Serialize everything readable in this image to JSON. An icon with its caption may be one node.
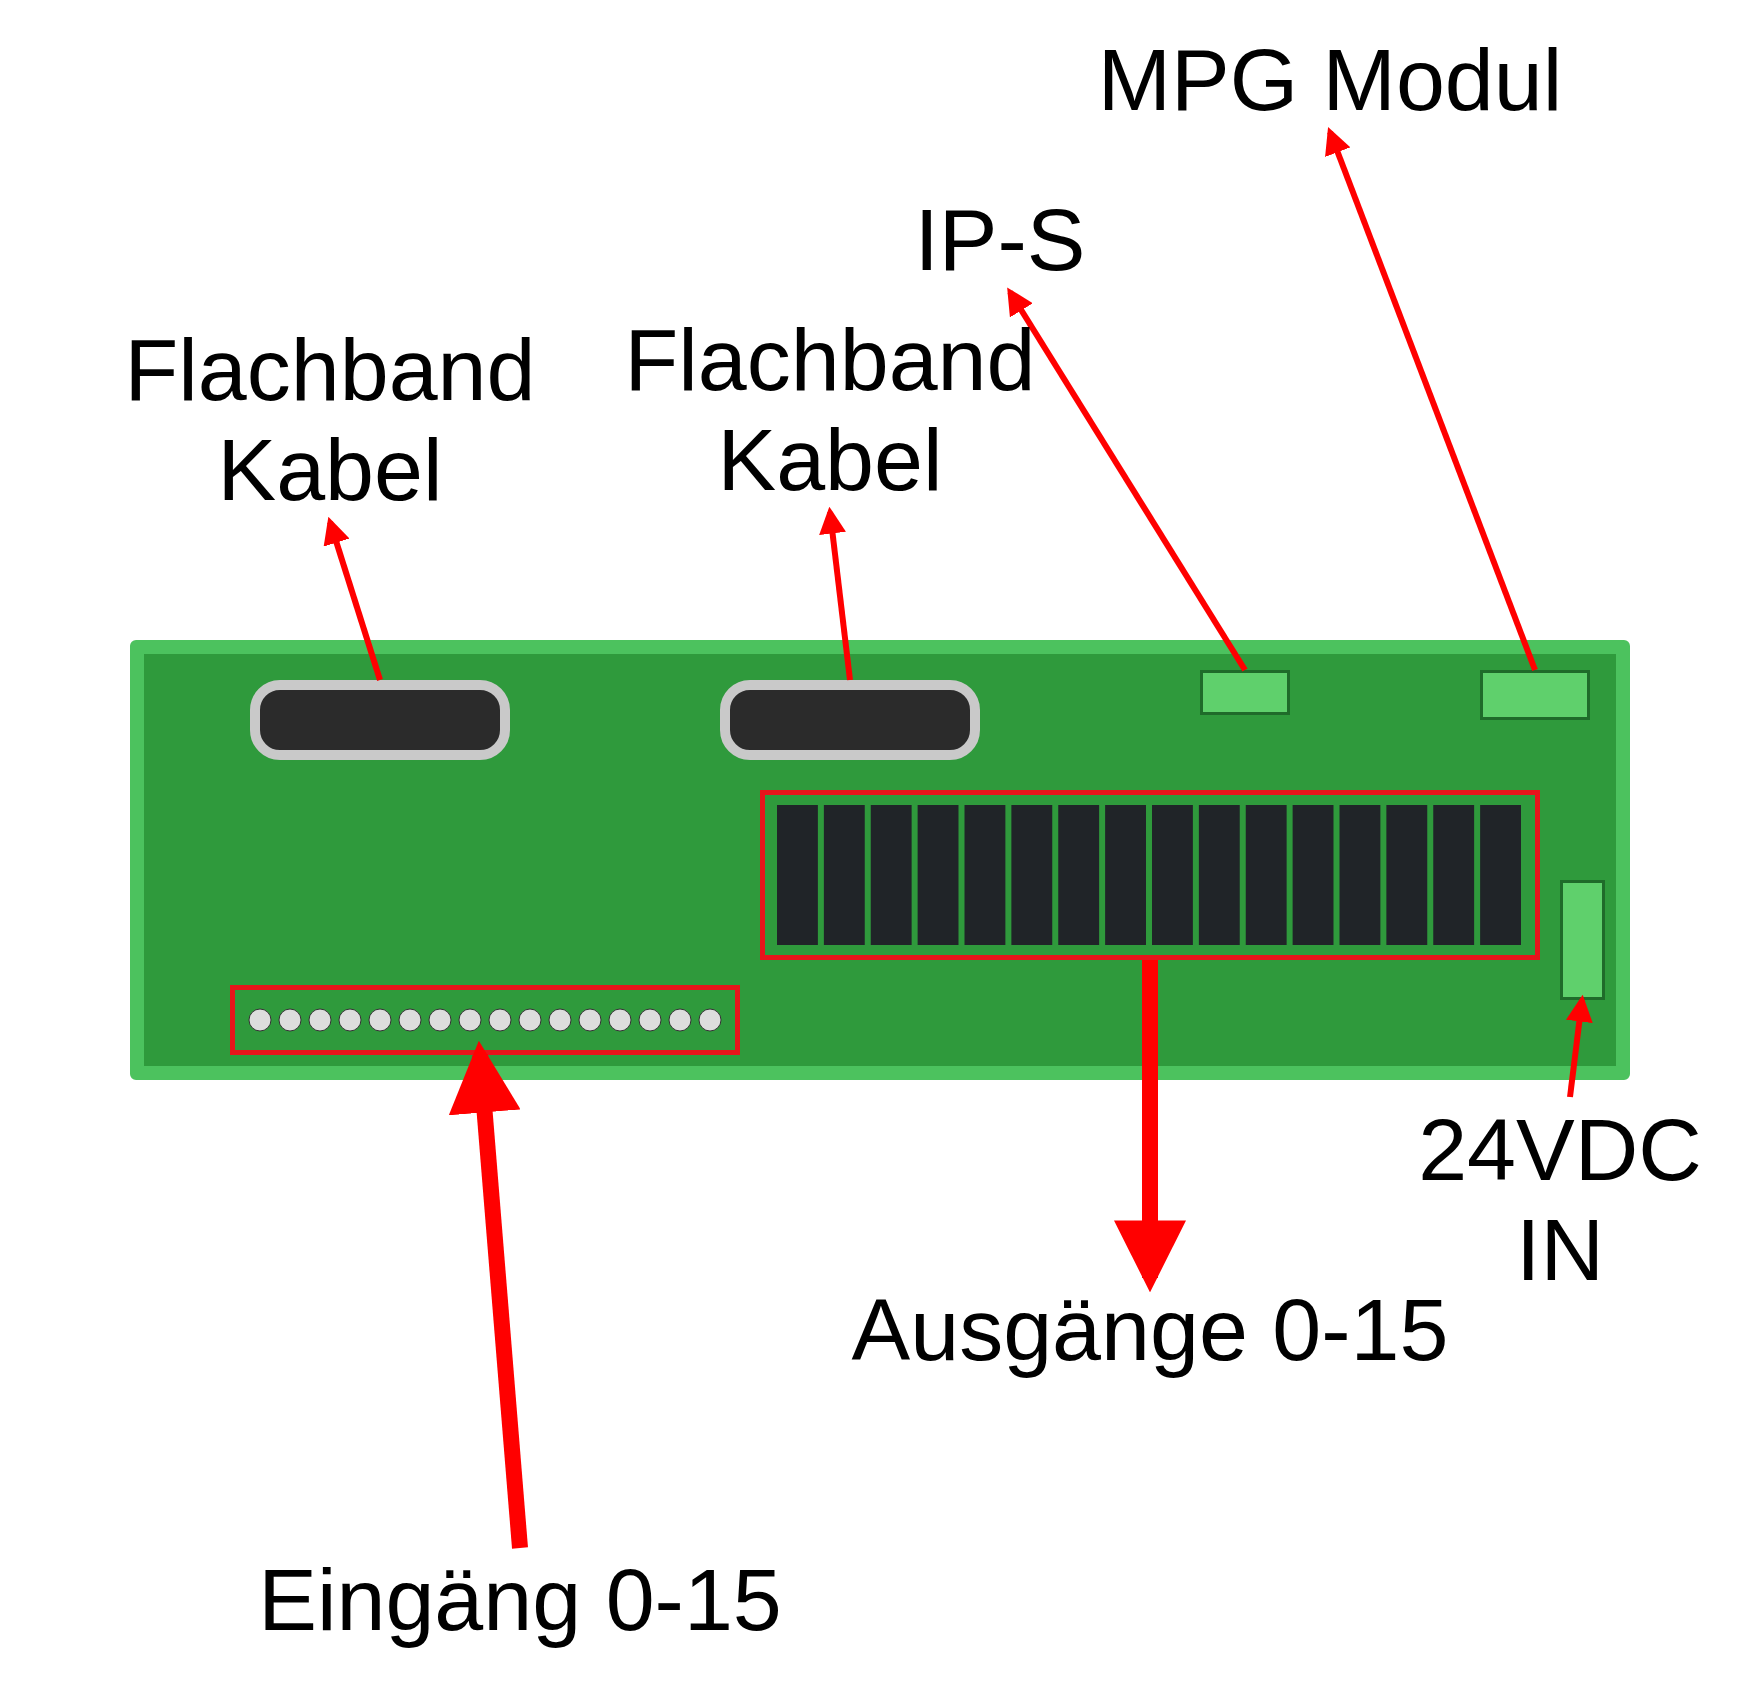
{
  "diagram": {
    "nodes": [
      {
        "text": [
          "MPG Modul"
        ]
      },
      {
        "text": [
          "IP-S"
        ]
      },
      {
        "text": [
          "Flachband Kabel"
        ]
      },
      {
        "text": [
          "Flachband Kabel"
        ]
      },
      {
        "text": [
          "24VDC IN"
        ]
      },
      {
        "text": [
          "Ausgänge 0-15"
        ]
      },
      {
        "text": [
          "Eingäng 0-15"
        ]
      },
      {
        "text": [],
        "shape": "picture"
      },
      {
        "text": [],
        "shape": "box",
        "in": 7
      },
      {
        "text": [],
        "shape": "box",
        "in": 7
      },
      {
        "text": [],
        "shape": "box",
        "in": 7
      },
      {
        "text": [],
        "shape": "box",
        "in": 7
      },
      {
        "text": [],
        "shape": "box",
        "in": 7
      },
      {
        "text": [],
        "shape": "box",
        "in": 7
      },
      {
        "text": [],
        "shape": "box",
        "in": 7
      }
    ],
    "edges": [
      {
        "from": 8,
        "to": 0,
        "arrow": "to"
      },
      {
        "from": 9,
        "to": 1,
        "arrow": "to"
      },
      {
        "from": 10,
        "to": 2,
        "arrow": "to"
      },
      {
        "from": 11,
        "to": 3,
        "arrow": "to"
      },
      {
        "from": 4,
        "to": 12,
        "arrow": "to"
      },
      {
        "from": 13,
        "to": 5,
        "arrow": "to",
        "style": "thick"
      },
      {
        "from": 6,
        "to": 14,
        "arrow": "to",
        "style": "thick"
      }
    ]
  }
}
